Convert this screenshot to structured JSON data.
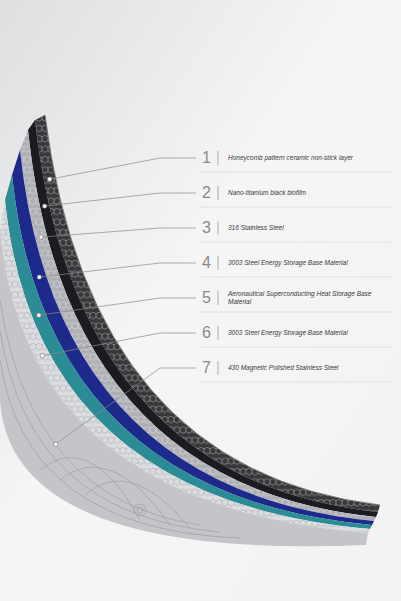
{
  "diagram": {
    "labels": [
      "1",
      "Honeycomb pattern ceramic non-stick layer",
      "2",
      "Nano-titanium black biofilm",
      "3",
      "316 Stainless Steel",
      "4",
      "3003 Steel Energy Storage Base Material",
      "5",
      "Aeronautical Superconducting Heat Storage Base Material",
      "6",
      "3003 Steel Energy Storage Base Material",
      "7",
      "430 Magnetic Polished Stainless Steel"
    ]
  }
}
